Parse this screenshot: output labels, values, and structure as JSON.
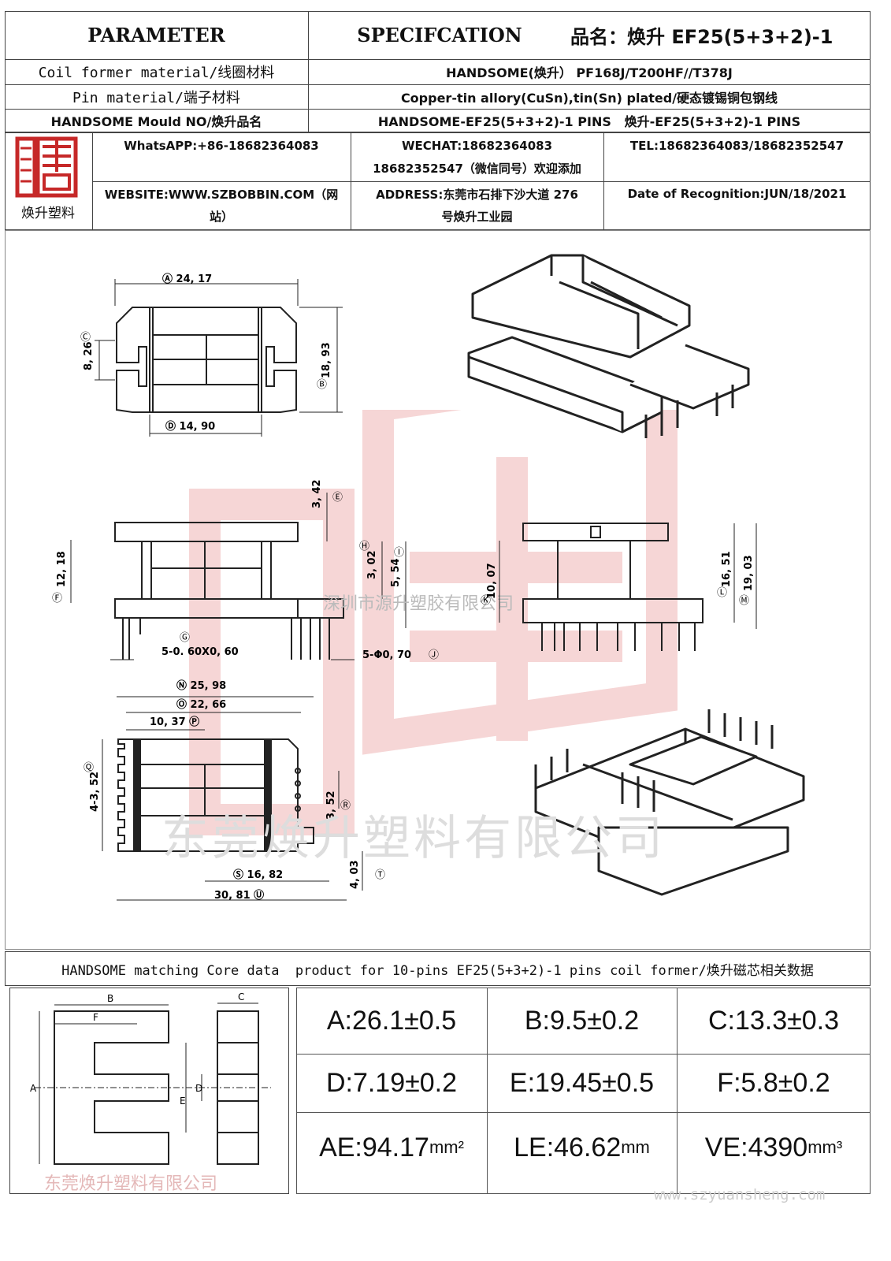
{
  "header": {
    "parameter": "PARAMETER",
    "specification": "SPECIFCATION",
    "product_name_label": "品名：",
    "product_name": "焕升 EF25(5+3+2)-1"
  },
  "rows": [
    {
      "label": "Coil former material/线圈材料",
      "value": "HANDSOME(焕升） PF168J/T200HF//T378J"
    },
    {
      "label": "Pin material/端子材料",
      "value": "Copper-tin allory(CuSn),tin(Sn) plated/硬态镀锡铜包钢线"
    },
    {
      "label": "HANDSOME Mould NO/焕升品名",
      "value": "HANDSOME-EF25(5+3+2)-1 PINS   焕升-EF25(5+3+2)-1 PINS"
    }
  ],
  "company": {
    "logo_text": "焕升塑料",
    "whatsapp": "WhatsAPP:+86-18682364083",
    "wechat_line1": "WECHAT:18682364083",
    "wechat_line2": "18682352547（微信同号）欢迎添加",
    "tel": "TEL:18682364083/18682352547",
    "website_line1": "WEBSITE:WWW.SZBOBBIN.COM（网",
    "website_line2": "站）",
    "address_line1": "ADDRESS:东莞市石排下沙大道 276",
    "address_line2": "号焕升工业园",
    "date": "Date of Recognition:JUN/18/2021"
  },
  "drawing": {
    "watermark_1": "深圳市源升塑胶有限公司",
    "watermark_2": "东莞焕升塑料有限公司",
    "dims": {
      "A": "24, 17",
      "B": "18, 93",
      "C": "8, 26",
      "D": "14, 90",
      "E": "3, 42",
      "F": "12, 18",
      "G": "5-0. 60X0, 60",
      "H": "3, 02",
      "I": "5, 54",
      "J": "5-Φ0, 70",
      "K": "10, 07",
      "L": "16, 51",
      "M": "19, 03",
      "N": "25, 98",
      "O": "22, 66",
      "P": "10, 37",
      "Q": "4-3, 52",
      "R": "3, 52",
      "S": "16, 82",
      "T": "4, 03",
      "U": "30, 81"
    }
  },
  "core_section": {
    "title": "HANDSOME matching Core data  product for 10-pins EF25(5+3+2)-1 pins coil former/焕升磁芯相关数据",
    "diagram_labels": {
      "A": "A",
      "B": "B",
      "C": "C",
      "D": "D",
      "E": "E",
      "F": "F"
    },
    "watermark": "东莞焕升塑料有限公司",
    "values": [
      [
        "A:26.1±0.5",
        "B:9.5±0.2",
        "C:13.3±0.3"
      ],
      [
        "D:7.19±0.2",
        "E:19.45±0.5",
        "F:5.8±0.2"
      ]
    ],
    "ae_value": "AE:94.17",
    "ae_unit": "mm²",
    "le_value": "LE:46.62",
    "le_unit": "mm",
    "ve_value": "VE:4390",
    "ve_unit": "mm³"
  },
  "footer": {
    "website": "www.szyuansheng.com"
  }
}
